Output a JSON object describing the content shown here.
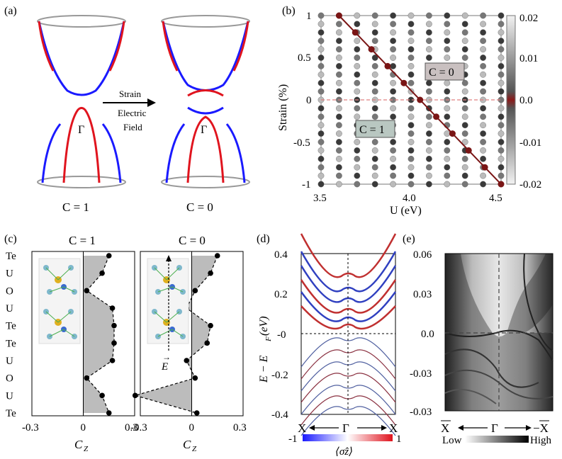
{
  "panels": {
    "a": {
      "label": "(a)",
      "arrow_text_1": "Strain",
      "arrow_text_2": "Electric",
      "arrow_text_3": "Field",
      "gamma_left": "Γ",
      "gamma_right": "Γ",
      "chern_left": "C = 1",
      "chern_right": "C = 0"
    },
    "b": {
      "label": "(b)",
      "ylabel": "Strain (%)",
      "xlabel": "U (eV)",
      "xticks": [
        "3.5",
        "4.0",
        "4.5"
      ],
      "yticks": [
        "1",
        "0.5",
        "0",
        "-0.5",
        "-1"
      ],
      "colorbar_ticks": [
        "0.02",
        "0.01",
        "0.0",
        "-0.01",
        "-0.02"
      ],
      "phase_upper": "C = 0",
      "phase_lower": "C = 1"
    },
    "c": {
      "label": "(c)",
      "title_left": "C = 1",
      "title_right": "C = 0",
      "layers": [
        "Te",
        "U",
        "O",
        "U",
        "Te",
        "Te",
        "U",
        "O",
        "U",
        "Te"
      ],
      "xticks_left": [
        "-0.3",
        "0",
        "0.3"
      ],
      "xticks_right": [
        "-0.3",
        "0",
        "0.3"
      ],
      "xlabel": "C",
      "xlabel_sub": "Z",
      "efield": "E"
    },
    "d": {
      "label": "(d)",
      "ylabel": "E − E",
      "ylabel_sub": "F",
      "ylabel_suffix": "(eV)",
      "yticks": [
        "0.4",
        "0.2",
        "-0",
        "-0.2",
        "-0.4"
      ],
      "k_left": "X",
      "k_mid": "Γ",
      "k_right": "X",
      "cbar_min": "-1",
      "cbar_max": "1",
      "cbar_label": "⟨σ̂z⟩"
    },
    "e": {
      "label": "(e)",
      "yticks": [
        "0.06",
        "0.03",
        "0.0",
        "-0.03",
        "-0.03"
      ],
      "k_left": "X",
      "k_mid": "Γ",
      "k_right": "−X",
      "cbar_low": "Low",
      "cbar_high": "High"
    }
  },
  "chart_data": [
    {
      "type": "scatter",
      "xlabel": "U (eV)",
      "ylabel": "Strain (%)",
      "xlim": [
        3.5,
        4.5
      ],
      "ylim": [
        -1,
        1
      ],
      "phase_boundary": {
        "x": [
          3.6,
          4.5
        ],
        "y": [
          1,
          -1
        ]
      },
      "colorbar_range": [
        -0.02,
        0.02
      ],
      "annotations": [
        "C = 0",
        "C = 1"
      ]
    },
    {
      "type": "line",
      "title": "C = 1",
      "xlabel": "C_Z",
      "xlim": [
        -0.3,
        0.3
      ],
      "categories": [
        "Te",
        "U",
        "O",
        "U",
        "Te",
        "Te",
        "U",
        "O",
        "U",
        "Te"
      ],
      "values": [
        0.15,
        0.11,
        0.02,
        0.17,
        0.18,
        0.18,
        0.17,
        0.02,
        0.11,
        0.15
      ]
    },
    {
      "type": "line",
      "title": "C = 0",
      "xlabel": "C_Z",
      "xlim": [
        -0.3,
        0.3
      ],
      "categories": [
        "Te",
        "U",
        "O",
        "U",
        "Te",
        "Te",
        "U",
        "O",
        "U",
        "Te"
      ],
      "values": [
        0.15,
        0.11,
        0.02,
        -0.03,
        0.11,
        0.09,
        -0.03,
        0.02,
        -0.33,
        0.03
      ]
    }
  ]
}
